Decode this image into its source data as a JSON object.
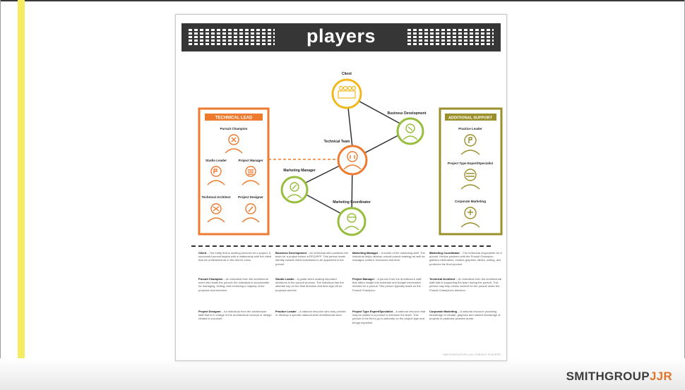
{
  "slide": {
    "logo_part1": "SMITHGROUP",
    "logo_part2": "JJR"
  },
  "poster": {
    "title": "players",
    "colors": {
      "orange": "#ee7a2f",
      "green": "#96be3c",
      "yellow": "#f1b81e",
      "olive": "#9a8f2a",
      "dark": "#363636"
    },
    "nodes": {
      "client": "Client",
      "business_development": "Business Development",
      "technical_team": "Technical Team",
      "marketing_manager": "Marketing Manager",
      "marketing_coordinator": "Marketing Coordinator"
    },
    "technical_lead": {
      "header": "TECHNICAL LEAD",
      "roles": [
        "Pursuit Champion",
        "Studio Leader",
        "Project Manager",
        "Technical Architect",
        "Project Designer"
      ]
    },
    "additional_support": {
      "header": "ADDITIONAL SUPPORT",
      "roles": [
        "Practice Leader",
        "Project Type Expert/Specialist",
        "Corporate Marketing"
      ]
    },
    "descriptions": [
      {
        "term": "Client",
        "text": "– The entity that is seeking services for a project. A successful pursuit begins with a relationship with the client that we understand as in the client's voice."
      },
      {
        "term": "Pursuit Champion",
        "text": "– An individual from the architecture team who leads the pursuit; the individual is accountable for managing, writing, and reviewing a majority of the proposal and interview."
      },
      {
        "term": "Project Designer",
        "text": "– An individual from the architecture staff that is in charge of the architectural concept or design related to a pursuit."
      },
      {
        "term": "Business Development",
        "text": "– An individual who positions the team for a project before a RFQ/RFP. This person leads identity outside client indications to be appointed in the pursuit."
      },
      {
        "term": "Studio Leader",
        "text": "– A guide when making important decisions in the pursuit process. The individual has the ultimate say on the final direction and final sign-off on proposal and fee."
      },
      {
        "term": "Practice Leader",
        "text": "– A national resource who may provide or develop a specific national-level architectural work."
      },
      {
        "term": "Marketing Manager",
        "text": "– A leader of the marketing staff. The individual helps develop overall pursuit strategy as well as manages content, resources and time."
      },
      {
        "term": "Project Manager",
        "text": "– A person from the architecture staff that offers insight into schedule and budget information needed for a pursuit. This person typically leads on the Pursuit Champion."
      },
      {
        "term": "Project Type Expert/Specialist",
        "text": "– A national resource that may be added to a pursuit to enhance the team. This person is the firm's go-to authority on the project type and brings expertise."
      },
      {
        "term": "Marketing Coordinator",
        "text": "– The individual responsible for a pursuit. He/she partners with the Pursuit Champion, gathers information, creates graphics, tables, writing, and produces the final product."
      },
      {
        "term": "Technical Architect",
        "text": "– An individual from the architectural staff that is supporting the team during the pursuit. This person may help create content for the pursuit under the Pursuit Champion's direction."
      },
      {
        "term": "Corporate Marketing",
        "text": "– A national resource providing knowledge of climate, graphics and market knowledge of projects in particular practice areas."
      }
    ],
    "footnote": "SMITHGROUPJJR | ALL PURSUIT PLAYERS"
  }
}
